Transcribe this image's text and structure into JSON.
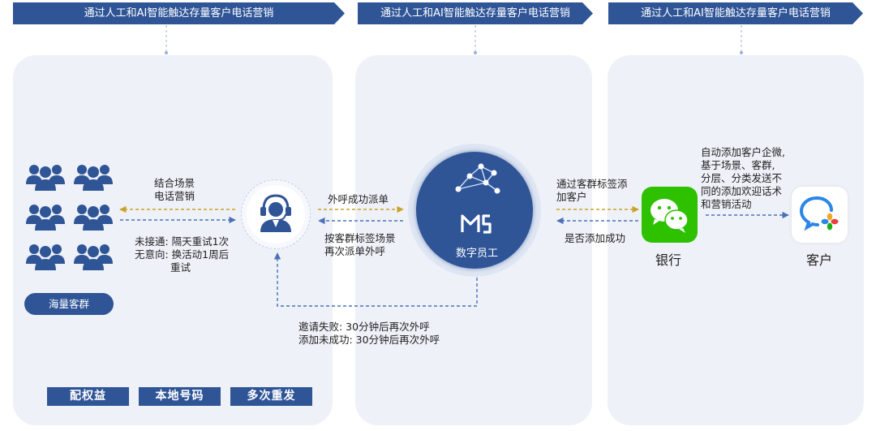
{
  "banners": [
    "通过人工和AI智能触达存量客户电话营销",
    "通过人工和AI智能触达存量客户电话营销",
    "通过人工和AI智能触达存量客户电话营销"
  ],
  "left": {
    "group_label": "海量客群",
    "forward_label_1": "结合场景",
    "forward_label_2": "电话营销",
    "back_label_1": "未接通: 隔天重试1次",
    "back_label_2": "无意向: 换活动1周后",
    "back_label_3": "重试",
    "tags": [
      "配权益",
      "本地号码",
      "多次重发"
    ]
  },
  "middle": {
    "dispatch_label": "外呼成功派单",
    "redispatch_label_1": "按客群标签场景",
    "redispatch_label_2": "再次派单外呼",
    "worker_label": "数字员工",
    "retry_label_1": "邀请失败:  30分钟后再次外呼",
    "retry_label_2": "添加未成功: 30分钟后再次外呼"
  },
  "right": {
    "add_label_1": "通过客群标签添",
    "add_label_2": "加客户",
    "result_label": "是否添加成功",
    "bank_label": "银行",
    "customer_label": "客户",
    "auto_label_1": "自动添加客户企微,",
    "auto_label_2": "基于场景、客群,",
    "auto_label_3": "分层、分类发送不",
    "auto_label_4": "同的添加欢迎话术",
    "auto_label_5": "和营销活动"
  },
  "colors": {
    "brand": "#2f5597",
    "panel": "#eef1f8",
    "forward_arrow": "#c9a227",
    "back_arrow": "#4a72b8",
    "wechat": "#2dc100"
  },
  "icons": [
    "people-icon",
    "agent-headset-icon",
    "network-icon",
    "digital-worker-logo-icon",
    "wechat-icon",
    "wecom-icon"
  ]
}
